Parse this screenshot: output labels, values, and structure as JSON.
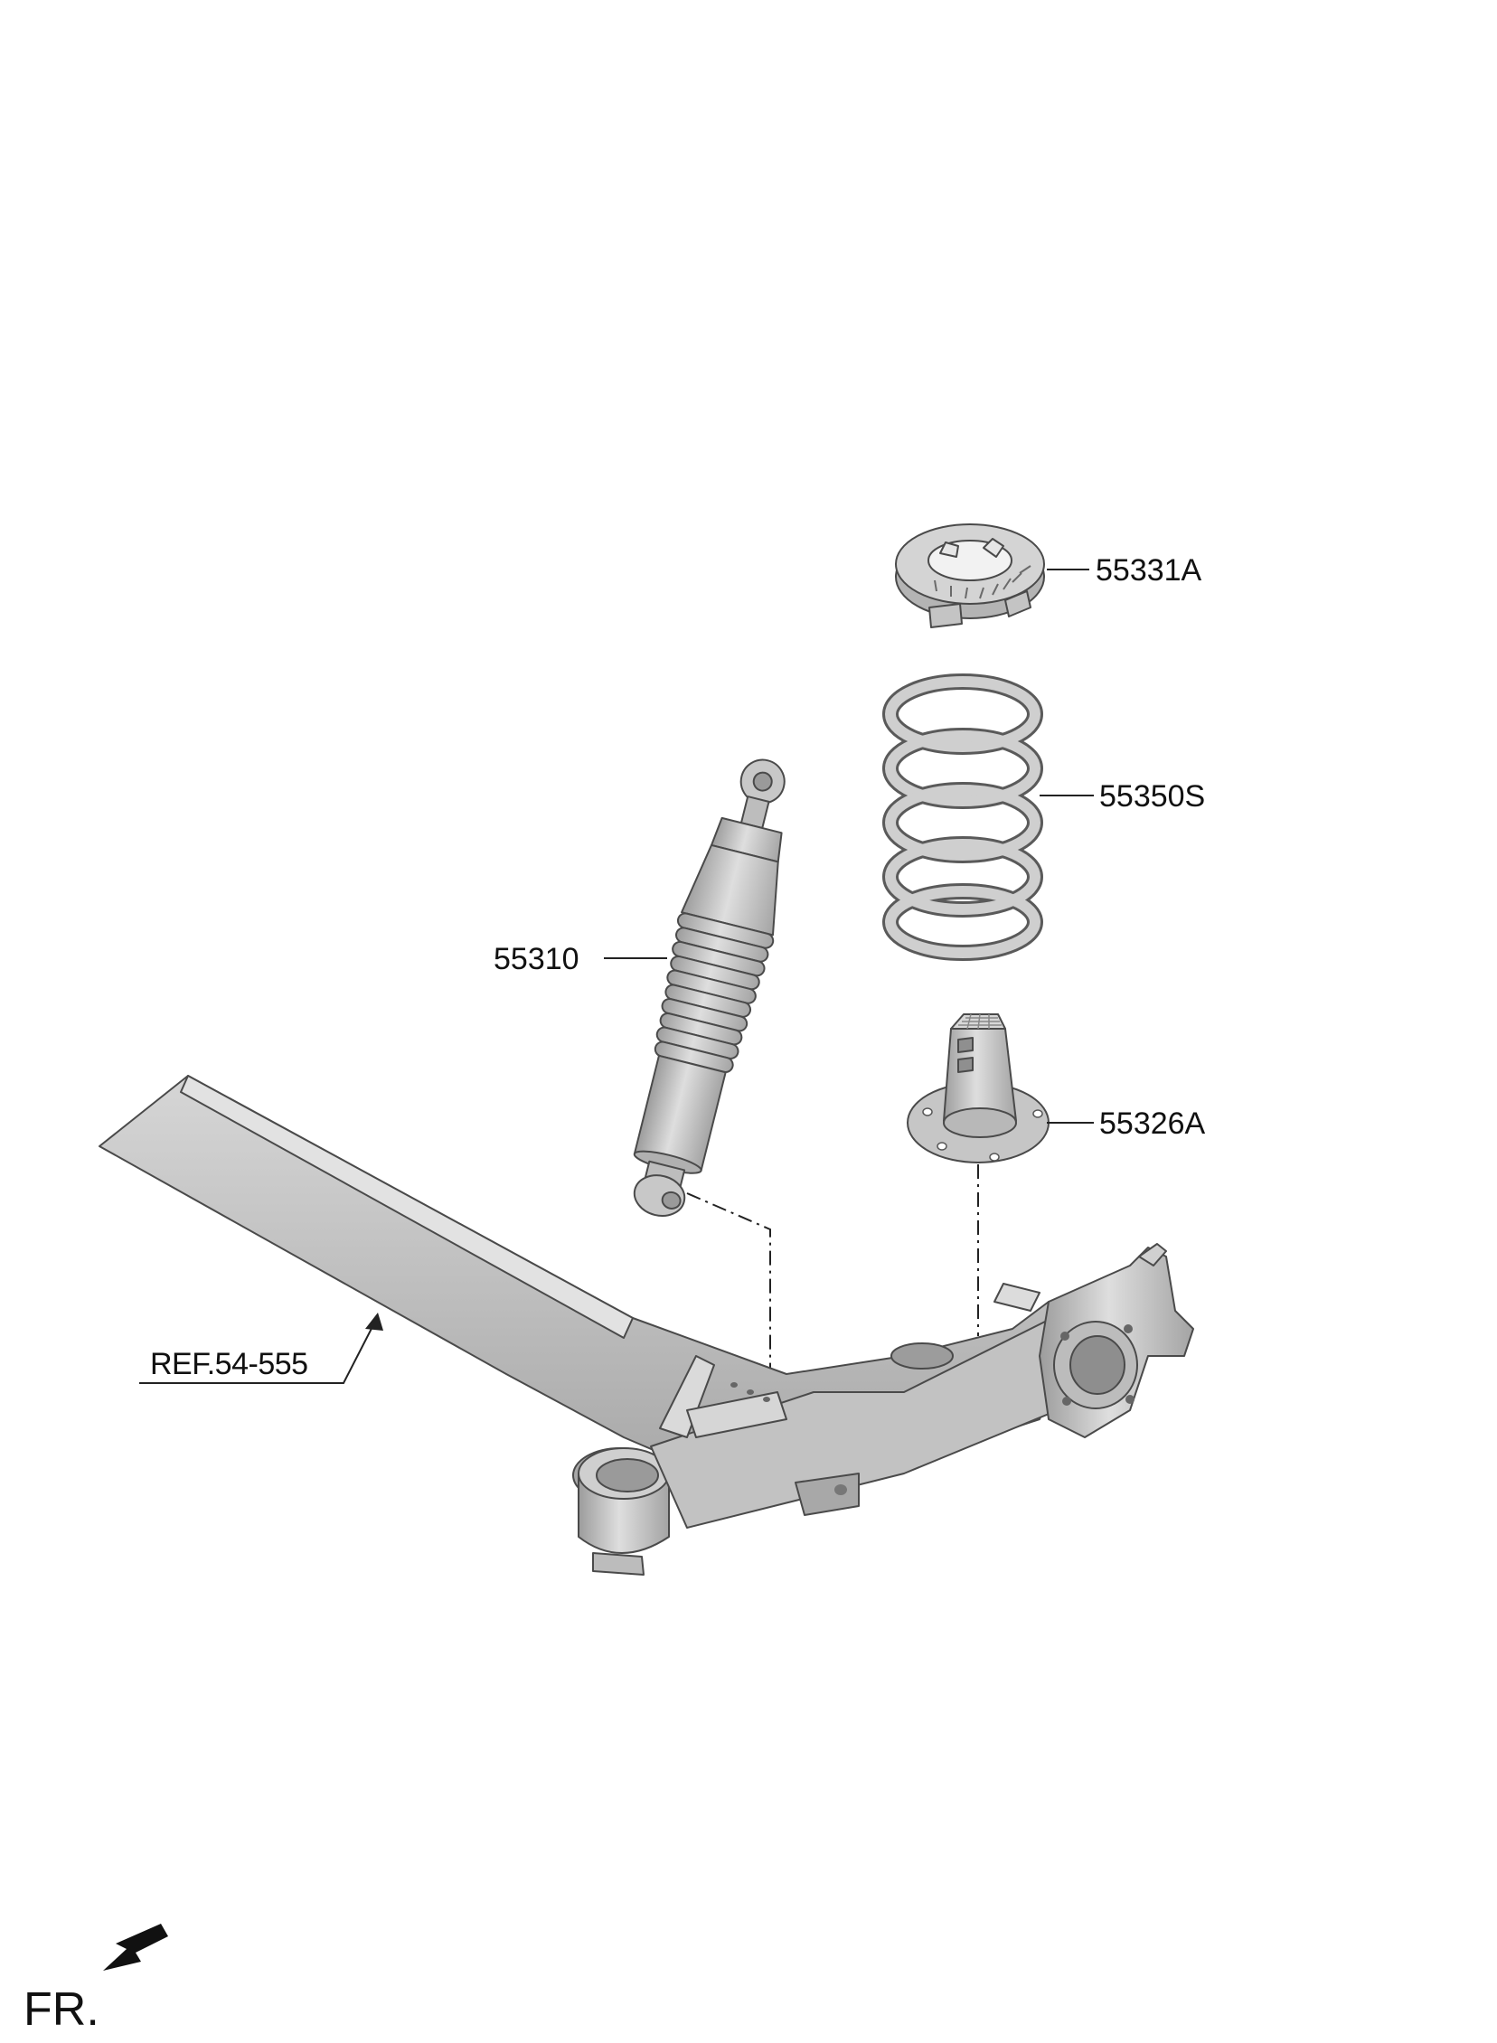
{
  "parts": [
    {
      "id": "spring-pad-upper",
      "part_number": "55331A"
    },
    {
      "id": "coil-spring",
      "part_number": "55350S"
    },
    {
      "id": "shock-absorber",
      "part_number": "55310"
    },
    {
      "id": "spring-pad-lower",
      "part_number": "55326A"
    }
  ],
  "reference": {
    "label": "REF.54-555"
  },
  "orientation": {
    "label": "FR."
  },
  "colors": {
    "part_fill": "#c9c9c9",
    "part_shadow": "#9a9a9a",
    "line": "#222222"
  }
}
